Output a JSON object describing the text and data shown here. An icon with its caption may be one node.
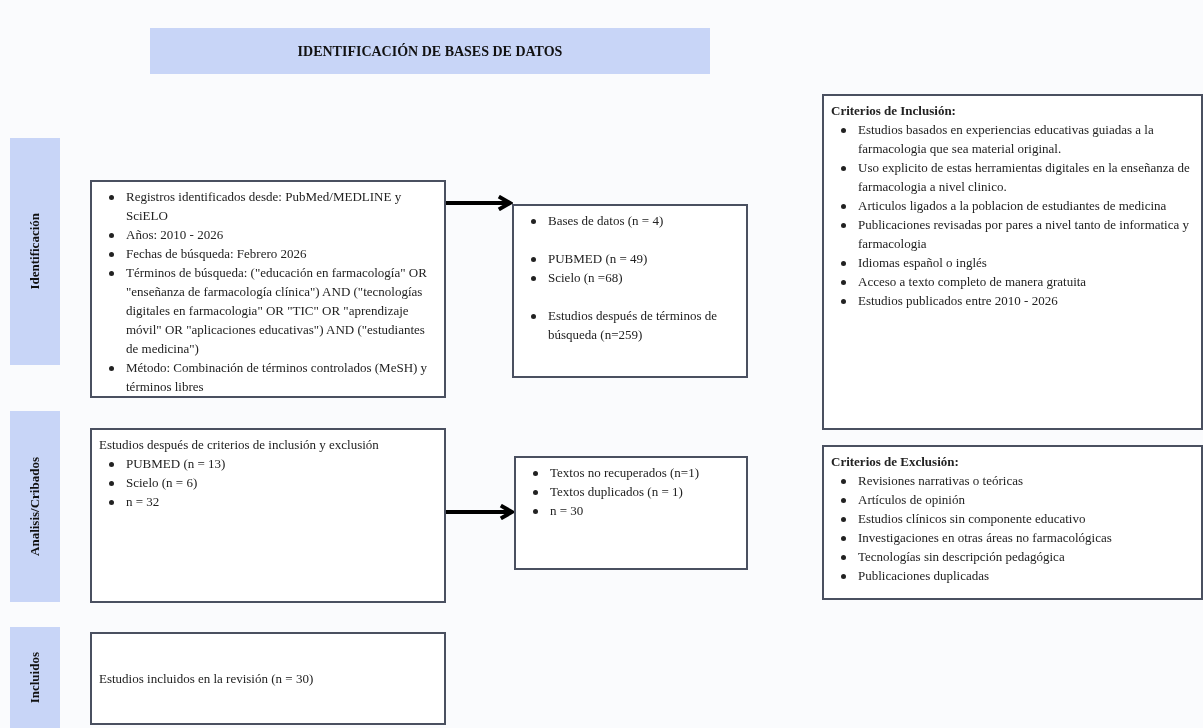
{
  "diagram": {
    "nodes": [
      {
        "text": [
          "IDENTIFICACIÓN DE BASES DE DATOS"
        ]
      },
      {
        "text": [
          "Identificación"
        ]
      },
      {
        "text": [
          "Analisis/Cribados"
        ]
      },
      {
        "text": [
          "Incluidos"
        ]
      },
      {
        "text": [
          "Registros identificados desde: PubMed/MEDLINE y SciELO",
          "Años: 2010 - 2026",
          "Fechas de búsqueda: Febrero 2026",
          "Términos de búsqueda: (\"educación en farmacología\" OR \"enseñanza de farmacología clínica\") AND (\"tecnologías digitales en farmacologia\" OR \"TIC\" OR \"aprendizaje móvil\" OR \"aplicaciones educativas\") AND (\"estudiantes de medicina\")",
          "Método: Combinación de términos controlados (MeSH) y términos libres"
        ]
      },
      {
        "text": [
          "Bases de datos (n = 4)",
          "PUBMED (n = 49)",
          "Scielo (n =68)",
          "Estudios después de términos de búsqueda (n=259)"
        ]
      },
      {
        "text": [
          "Criterios de Inclusión:",
          "Estudios basados en experiencias educativas guiadas a la farmacologia que sea material original.",
          "Uso explicito de estas herramientas digitales en la enseñanza de farmacologia a nivel clinico.",
          "Articulos ligados a la poblacion de estudiantes de medicina",
          "Publicaciones revisadas por pares a nivel tanto de informatica y farmacologia",
          "Idiomas español o inglés",
          "Acceso a texto completo de manera gratuita",
          "Estudios publicados entre 2010 - 2026"
        ]
      },
      {
        "text": [
          "Estudios después de criterios de inclusión y exclusión",
          "PUBMED (n = 13)",
          "Scielo (n = 6)",
          "n = 32"
        ]
      },
      {
        "text": [
          "Textos no recuperados (n=1)",
          "Textos duplicados (n = 1)",
          "n = 30"
        ]
      },
      {
        "text": [
          "Criterios de Exclusión:",
          "Revisiones narrativas o teóricas",
          "Artículos de opinión",
          "Estudios clínicos sin componente educativo",
          "Investigaciones en otras áreas no farmacológicas",
          "Tecnologías sin descripción pedagógica",
          "Publicaciones duplicadas"
        ]
      },
      {
        "text": [
          "Estudios incluidos en la revisión (n = 30)"
        ]
      }
    ],
    "edges": [
      {
        "from": 4,
        "to": 5,
        "arrow": "to"
      },
      {
        "from": 7,
        "to": 8,
        "arrow": "to"
      }
    ]
  }
}
